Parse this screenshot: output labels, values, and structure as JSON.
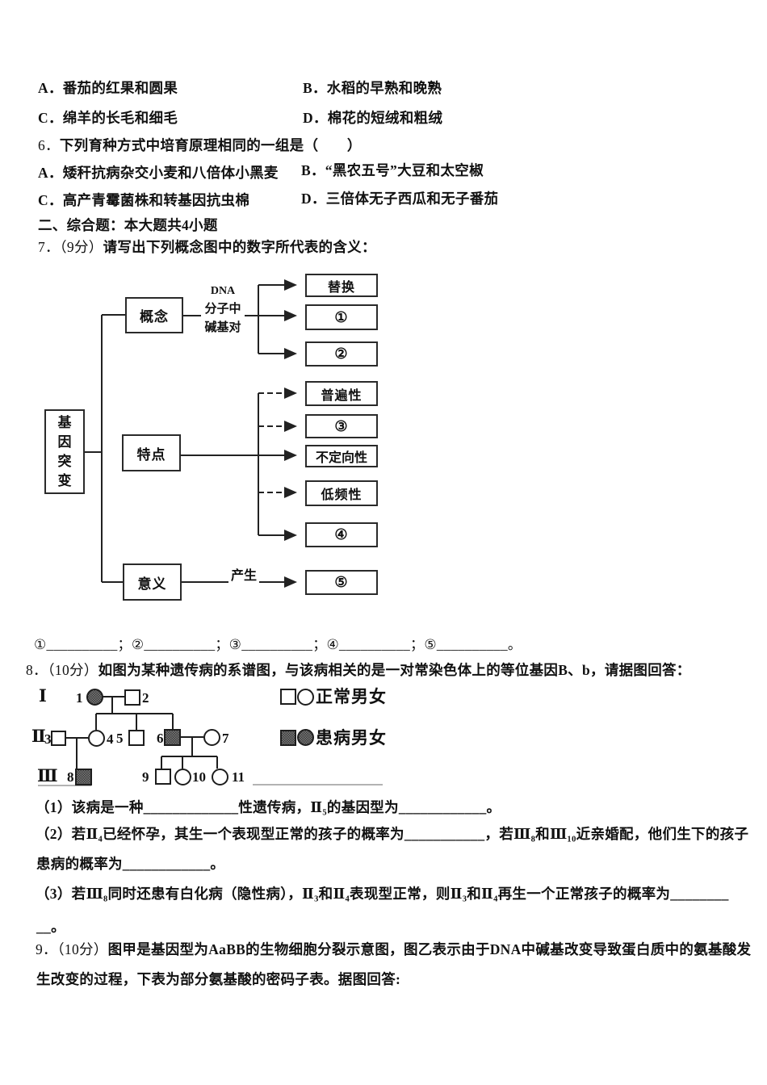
{
  "q5": {
    "a": "A．番茄的红果和圆果",
    "b": "B．水稻的早熟和晚熟",
    "c": "C．绵羊的长毛和细毛",
    "d": "D．棉花的短绒和粗绒"
  },
  "q6": {
    "prefix": "6．",
    "stem": "下列育种方式中培育原理相同的一组是（　　）",
    "a": "A．矮秆抗病杂交小麦和八倍体小黑麦",
    "b": "B．“黑农五号”大豆和太空椒",
    "c": "C．高产青霉菌株和转基因抗虫棉",
    "d": "D．三倍体无子西瓜和无子番茄"
  },
  "section2_header": "二、综合题：本大题共4小题",
  "q7": {
    "prefix": "7．（9分）",
    "stem": "请写出下列概念图中的数字所代表的含义：",
    "diagram": {
      "root": "基因突变",
      "concept": "概念",
      "feature": "特点",
      "meaning": "意义",
      "dna_line1": "DNA",
      "dna_line2": "分子中",
      "dna_line3": "碱基对",
      "produce": "产生",
      "tihuan": "替换",
      "n1": "①",
      "n2": "②",
      "pubianxing": "普遍性",
      "n3": "③",
      "budingxiangxing": "不定向性",
      "dipinxing": "低频性",
      "n4": "④",
      "n5": "⑤"
    },
    "blanks": "①__________；②__________；③__________；④__________；⑤__________。"
  },
  "q8": {
    "prefix": "8．（10分）",
    "stem": "如图为某种遗传病的系谱图，与该病相关的是一对常染色体上的等位基因B、b，请据图回答：",
    "pedigree": {
      "gen1": "Ⅰ",
      "gen2": "Ⅱ",
      "gen3": "Ⅲ",
      "p1": "1",
      "p2": "2",
      "p3": "3",
      "p4": "4",
      "p5": "5",
      "p6": "6",
      "p7": "7",
      "p8": "8",
      "p9": "9",
      "p10": "10",
      "p11": "11",
      "legend_normal": "正常男女",
      "legend_affected": "患病男女"
    },
    "sub1": "（1）该病是一种_____________性遗传病，Ⅱ₅的基因型为____________。",
    "sub2a": "（2）若Ⅱ₄已经怀孕，其生一个表现型正常的孩子的概率为___________，若Ⅲ₈和Ⅲ₁₀近亲婚配，他们生下的孩子",
    "sub2b": "患病的概率为____________。",
    "sub3a": "（3）若Ⅲ₈同时还患有白化病（隐性病），Ⅱ₃和Ⅱ₄表现型正常，则Ⅱ₃和Ⅱ₄再生一个正常孩子的概率为________",
    "sub3b": "__。",
    "gene_symbols": "B、b"
  },
  "q9": {
    "prefix": "9．（10分）",
    "line1": "图甲是基因型为AaBB的生物细胞分裂示意图，图乙表示由于DNA中碱基改变导致蛋白质中的氨基酸发",
    "line2": "生改变的过程，下表为部分氨基酸的密码子表。据图回答:"
  }
}
